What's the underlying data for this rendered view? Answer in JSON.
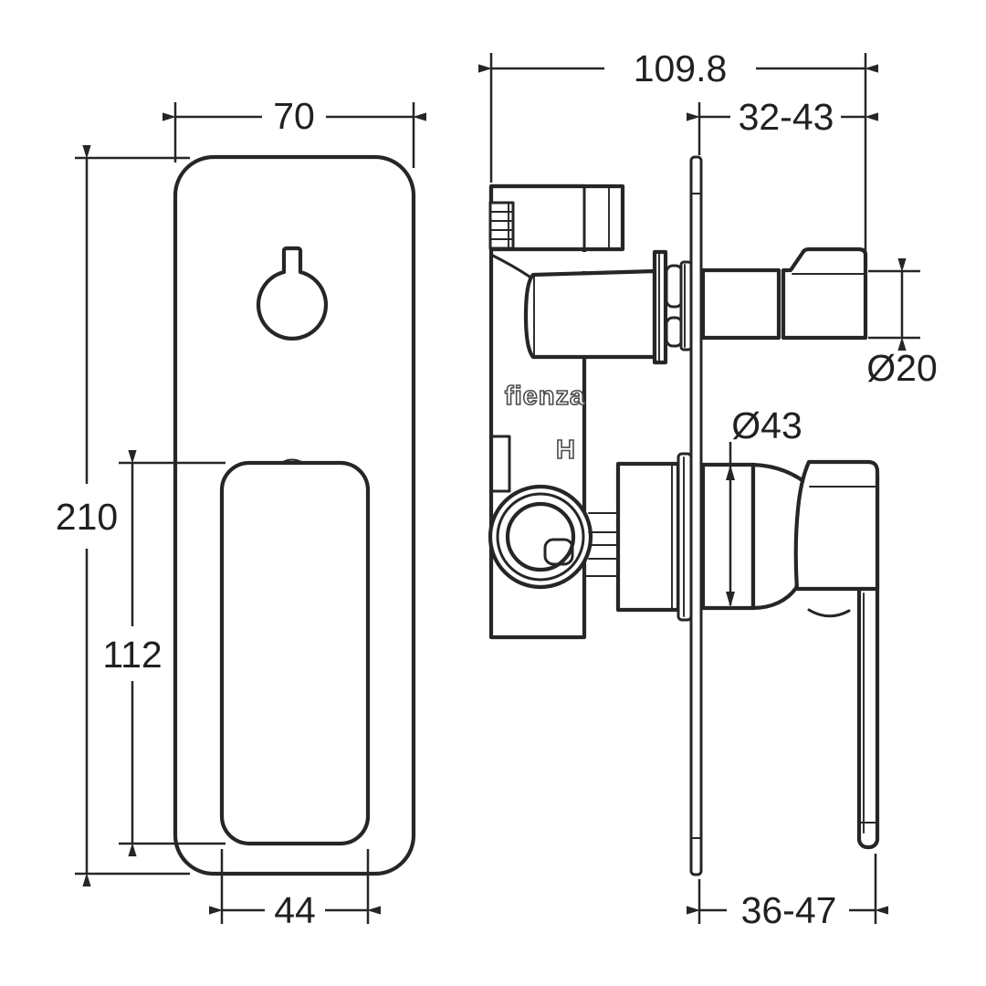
{
  "colors": {
    "line": "#262626",
    "text": "#231f20",
    "brand": "#4a4a4a",
    "background": "#ffffff"
  },
  "front_view": {
    "plate_width": "70",
    "plate_height": "210",
    "recess_height": "112",
    "recess_width": "44"
  },
  "side_view": {
    "overall_depth": "109.8",
    "outlet_projection": "32-43",
    "outlet_diameter": "Ø20",
    "handle_diameter": "Ø43",
    "lever_projection": "36-47",
    "brand": "fienza",
    "hot_marking": "H"
  }
}
